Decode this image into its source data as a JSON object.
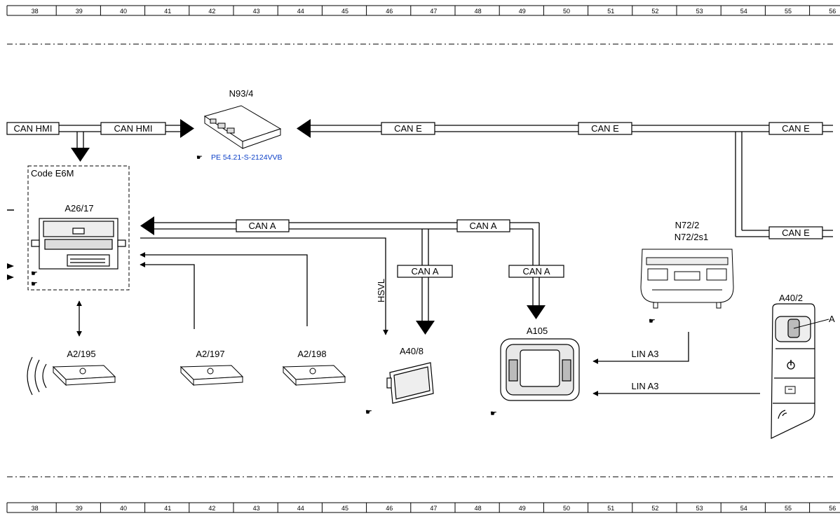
{
  "ruler": {
    "numbers": [
      "38",
      "39",
      "40",
      "41",
      "42",
      "43",
      "44",
      "45",
      "46",
      "47",
      "48",
      "49",
      "50",
      "51",
      "52",
      "53",
      "54",
      "55",
      "56"
    ]
  },
  "modules": {
    "n93_4": {
      "label": "N93/4",
      "ref": "PE 54.21-S-2124VVB"
    },
    "code_e6m": {
      "label": "Code E6M"
    },
    "a26_17": {
      "label": "A26/17"
    },
    "a2_195": {
      "label": "A2/195"
    },
    "a2_197": {
      "label": "A2/197"
    },
    "a2_198": {
      "label": "A2/198"
    },
    "a40_8": {
      "label": "A40/8"
    },
    "a105": {
      "label": "A105"
    },
    "n72_2": {
      "label": "N72/2",
      "label2": "N72/2s1"
    },
    "a40_2": {
      "label": "A40/2",
      "callout": "A"
    }
  },
  "buses": {
    "can_hmi_1": "CAN HMI",
    "can_hmi_2": "CAN HMI",
    "can_e_1": "CAN E",
    "can_e_2": "CAN E",
    "can_e_3": "CAN E",
    "can_e_4": "CAN E",
    "can_a_1": "CAN A",
    "can_a_2": "CAN A",
    "can_a_3": "CAN A",
    "can_a_4": "CAN A",
    "hsvl": "HSVL",
    "lin_a3_1": "LIN A3",
    "lin_a3_2": "LIN A3"
  }
}
